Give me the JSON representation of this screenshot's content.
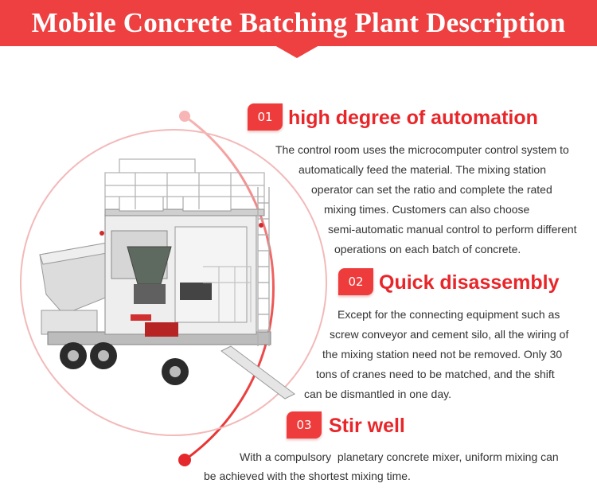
{
  "banner": {
    "title": "Mobile Concrete Batching Plant Description"
  },
  "colors": {
    "accent": "#ee4040",
    "heading": "#e8262a",
    "text": "#333333"
  },
  "features": [
    {
      "number": "01",
      "title": "high degree of automation",
      "lines": [
        "The control room uses the microcomputer control system to",
        "automatically feed the material. The mixing station",
        "operator can set the ratio and complete the rated",
        "mixing times. Customers can also choose",
        "semi-automatic manual control to perform different",
        "operations on each batch of concrete."
      ]
    },
    {
      "number": "02",
      "title": "Quick disassembly",
      "lines": [
        "Except for the connecting equipment such as",
        "screw conveyor and cement silo, all the wiring of",
        "the mixing station need not be removed. Only 30",
        "tons of cranes need to be matched, and the shift",
        "can be dismantled in one day."
      ]
    },
    {
      "number": "03",
      "title": "Stir well",
      "lines": [
        "With a compulsory  planetary concrete mixer, uniform mixing can",
        "be achieved with the shortest mixing time."
      ]
    }
  ]
}
